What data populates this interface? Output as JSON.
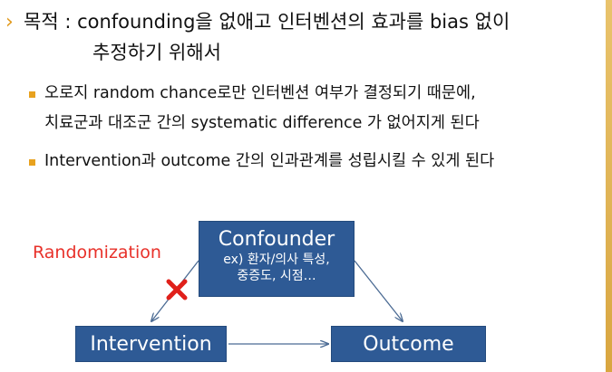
{
  "heading": {
    "line1": "목적 : confounding을 없애고 인터벤션의 효과를 bias 없이",
    "line2": "추정하기 위해서"
  },
  "bullets": [
    {
      "lines": [
        "오로지 random chance로만 인터벤션 여부가 결정되기 때문에,",
        "치료군과 대조군 간의 systematic difference 가 없어지게 된다"
      ]
    },
    {
      "lines": [
        "Intervention과 outcome 간의 인과관계를 성립시킬 수 있게 된다"
      ]
    }
  ],
  "diagram": {
    "randomization_label": "Randomization",
    "confounder": {
      "title": "Confounder",
      "example_line1": "ex) 환자/의사 특성,",
      "example_line2": "중증도, 시점…"
    },
    "intervention": "Intervention",
    "outcome": "Outcome",
    "colors": {
      "box_fill": "#2e5a95",
      "arrow": "#4a6a93",
      "blocked_mark": "#e0201a",
      "randomization_text": "#e8312a",
      "bullet_accent": "#e8a21f"
    }
  }
}
